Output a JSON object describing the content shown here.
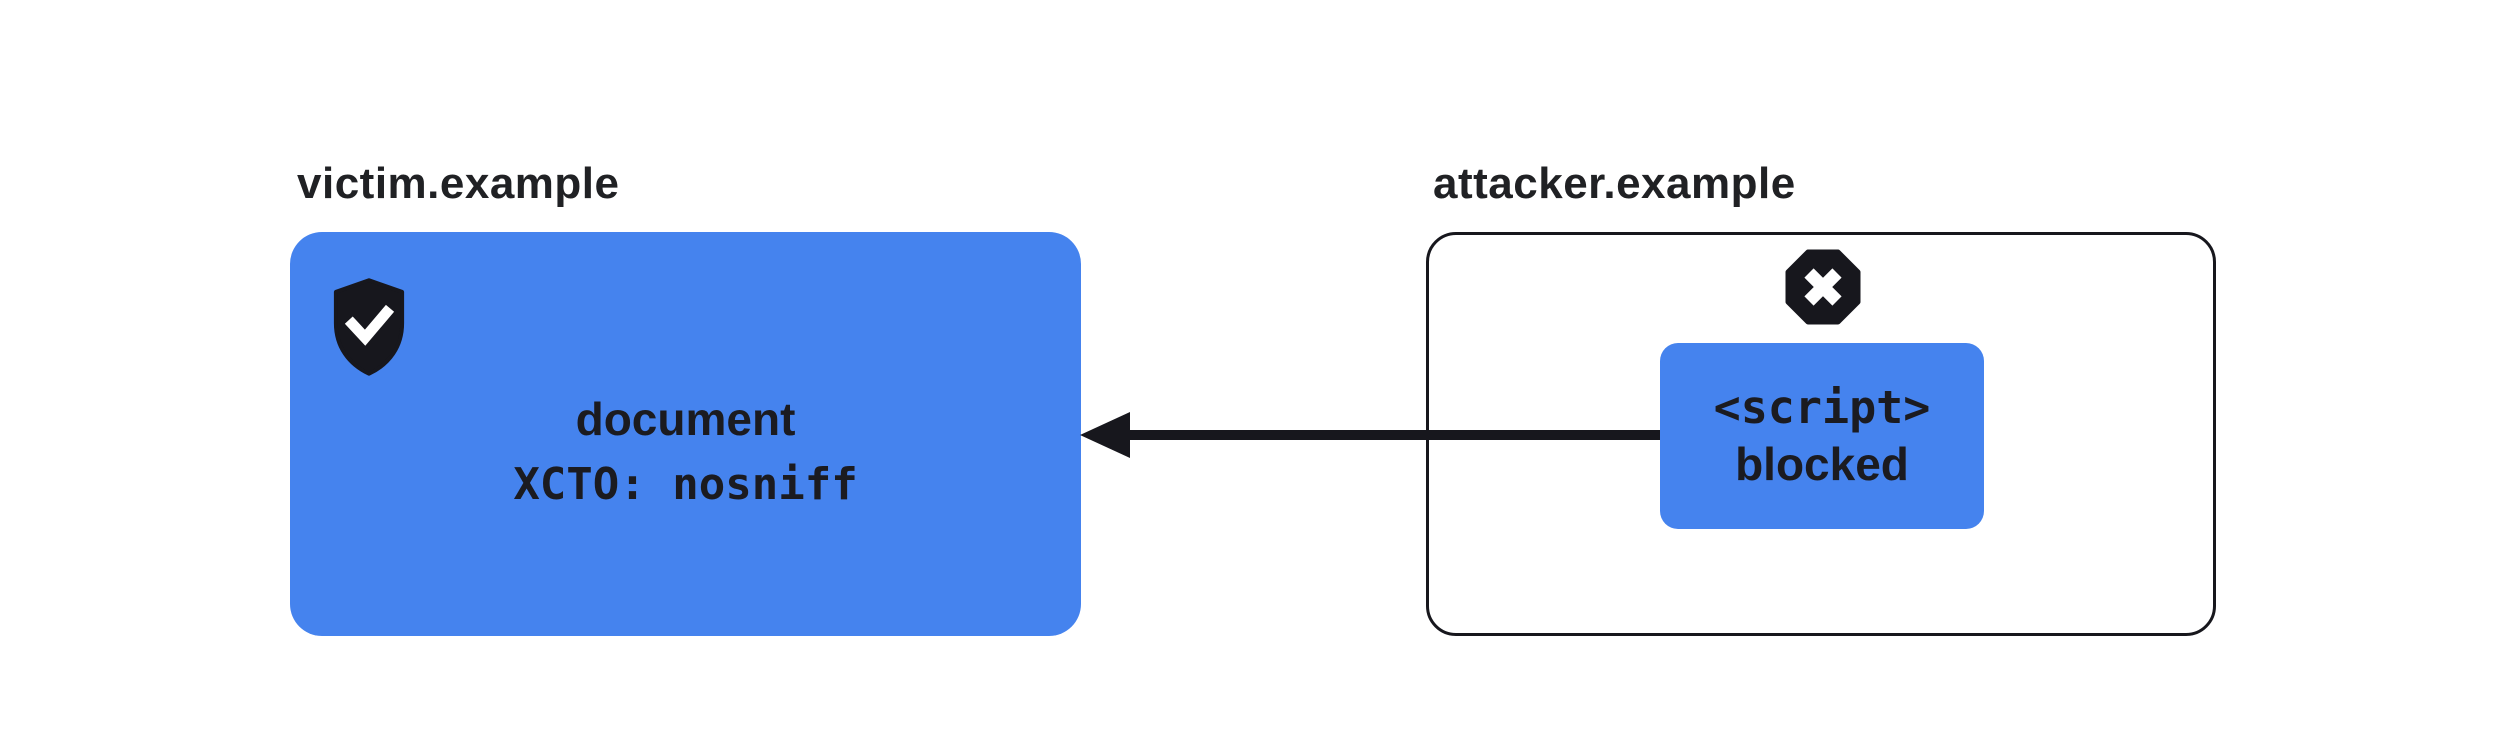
{
  "colors": {
    "accent_blue": "#4583EE",
    "ink_dark": "#17171D",
    "label_text": "#202124",
    "box_text": "#1B1B20",
    "background": "#FFFFFF"
  },
  "victim": {
    "label": "victim.example",
    "icon": "shield-check-icon",
    "resource": "document",
    "header": "XCTO: nosniff"
  },
  "attacker": {
    "label": "attacker.example",
    "icon": "blocked-octagon-icon",
    "script_tag": "<script>",
    "script_status": "blocked"
  },
  "arrow": {
    "icon": "arrow-left-icon",
    "direction": "right-to-left"
  }
}
